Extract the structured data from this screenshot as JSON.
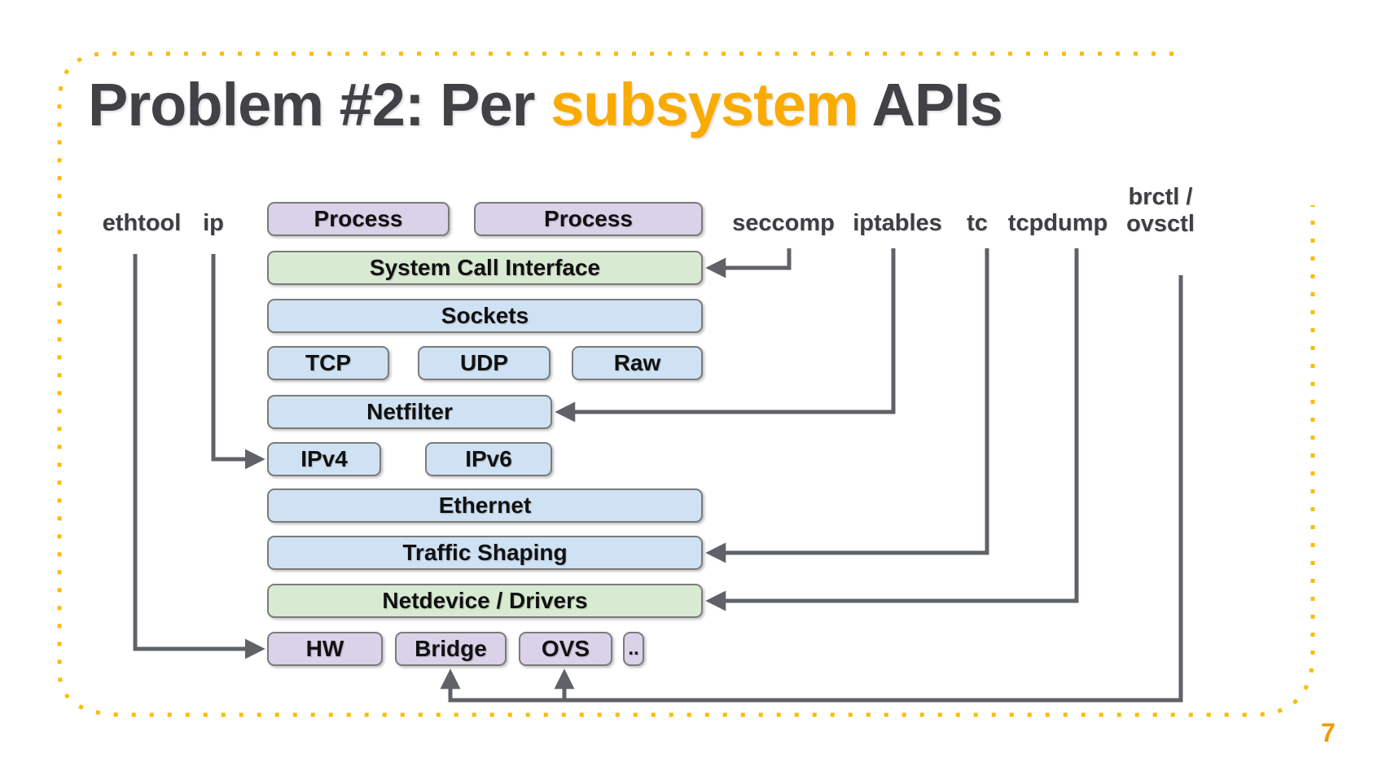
{
  "slide": {
    "title": {
      "prefix": "Problem #2: Per ",
      "highlight": "subsystem",
      "suffix": " APIs"
    },
    "page_number": "7"
  },
  "colors": {
    "accent_orange": "#F9AB00",
    "border_dots": "#FBBC04",
    "page_number_orange": "#F29900",
    "title_gray": "#404245",
    "label_gray": "#3C4043",
    "line_gray": "#5F6368",
    "box_blue": "#CFE2F3",
    "box_green": "#D9EAD3",
    "box_purple": "#D9D2E9"
  },
  "tools": {
    "ethtool": {
      "label": "ethtool",
      "points_to": "HW"
    },
    "ip": {
      "label": "ip",
      "points_to": "IPv4"
    },
    "seccomp": {
      "label": "seccomp",
      "points_to": "System Call Interface"
    },
    "iptables": {
      "label": "iptables",
      "points_to": "Netfilter"
    },
    "tc": {
      "label": "tc",
      "points_to": "Traffic Shaping"
    },
    "tcpdump": {
      "label": "tcpdump",
      "points_to": "Netdevice / Drivers"
    },
    "brctl": {
      "label_line1": "brctl /",
      "label_line2": "ovsctl",
      "points_to": "Bridge, OVS"
    }
  },
  "stack": {
    "process1": {
      "label": "Process"
    },
    "process2": {
      "label": "Process"
    },
    "sci": {
      "label": "System Call Interface"
    },
    "sockets": {
      "label": "Sockets"
    },
    "tcp": {
      "label": "TCP"
    },
    "udp": {
      "label": "UDP"
    },
    "raw": {
      "label": "Raw"
    },
    "netfilter": {
      "label": "Netfilter"
    },
    "ipv4": {
      "label": "IPv4"
    },
    "ipv6": {
      "label": "IPv6"
    },
    "ethernet": {
      "label": "Ethernet"
    },
    "traffic_shaping": {
      "label": "Traffic Shaping"
    },
    "netdevice": {
      "label": "Netdevice / Drivers"
    },
    "hw": {
      "label": "HW"
    },
    "bridge": {
      "label": "Bridge"
    },
    "ovs": {
      "label": "OVS"
    },
    "more": {
      "label": ".."
    }
  }
}
